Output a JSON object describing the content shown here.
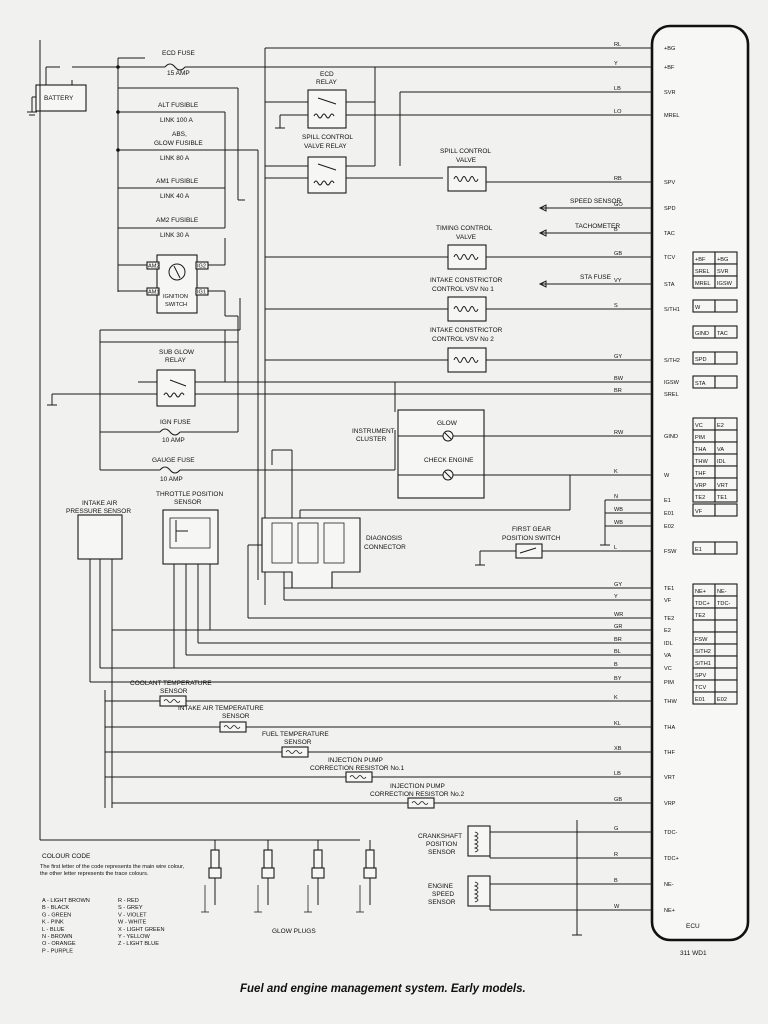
{
  "caption": "Fuel and engine management system. Early models.",
  "figure_code": "311 WD1",
  "ecu_label": "ECU",
  "components": {
    "battery": "BATTERY",
    "ecd_fuse": [
      "ECD FUSE",
      "15 AMP"
    ],
    "alt_fusible": [
      "ALT FUSIBLE",
      "LINK 100 A"
    ],
    "abs_glow_fusible": [
      "ABS,",
      "GLOW FUSIBLE",
      "LINK 80 A"
    ],
    "am1_fusible": [
      "AM1 FUSIBLE",
      "LINK 40 A"
    ],
    "am2_fusible": [
      "AM2 FUSIBLE",
      "LINK 30 A"
    ],
    "ignition_switch": [
      "IGNITION",
      "SWITCH"
    ],
    "ignition_pins": [
      "AM2",
      "IG2",
      "AM1",
      "IG1"
    ],
    "ecd_relay": [
      "ECD",
      "RELAY"
    ],
    "spill_relay": [
      "SPILL CONTROL",
      "VALVE RELAY"
    ],
    "spill_valve": [
      "SPILL CONTROL",
      "VALVE"
    ],
    "speed_sensor": "SPEED SENSOR",
    "tachometer": "TACHOMETER",
    "timing_valve": [
      "TIMING CONTROL",
      "VALVE"
    ],
    "sta_fuse": "STA FUSE",
    "vsv1": [
      "INTAKE CONSTRICTOR",
      "CONTROL VSV No 1"
    ],
    "vsv2": [
      "INTAKE CONSTRICTOR",
      "CONTROL VSV No 2"
    ],
    "sub_glow_relay": [
      "SUB GLOW",
      "RELAY"
    ],
    "ign_fuse": [
      "IGN FUSE",
      "10 AMP"
    ],
    "gauge_fuse": [
      "GAUGE FUSE",
      "10 AMP"
    ],
    "instrument_cluster": [
      "INSTRUMENT",
      "CLUSTER"
    ],
    "glow": "GLOW",
    "check_engine": "CHECK ENGINE",
    "intake_air_pressure": [
      "INTAKE AIR",
      "PRESSURE SENSOR"
    ],
    "throttle_sensor": [
      "THROTTLE POSITION",
      "SENSOR"
    ],
    "diagnosis": [
      "DIAGNOSIS",
      "CONNECTOR"
    ],
    "first_gear": [
      "FIRST GEAR",
      "POSITION SWITCH"
    ],
    "coolant": [
      "COOLANT TEMPERATURE",
      "SENSOR"
    ],
    "intake_air_temp": [
      "INTAKE AIR TEMPERATURE",
      "SENSOR"
    ],
    "fuel_temp": [
      "FUEL TEMPERATURE",
      "SENSOR"
    ],
    "inj_res1": [
      "INJECTION PUMP",
      "CORRECTION RESISTOR No.1"
    ],
    "inj_res2": [
      "INJECTION PUMP",
      "CORRECTION RESISTOR No.2"
    ],
    "crankshaft": [
      "CRANKSHAFT",
      "POSITION",
      "SENSOR"
    ],
    "engine_speed": [
      "ENGINE",
      "SPEED",
      "SENSOR"
    ],
    "glow_plugs": "GLOW PLUGS"
  },
  "ecu_pins": [
    {
      "wire": "RL",
      "pin": "+BG"
    },
    {
      "wire": "Y",
      "pin": "+BF"
    },
    {
      "wire": "LB",
      "pin": "SVR"
    },
    {
      "wire": "LO",
      "pin": "MREL"
    },
    {
      "wire": "RB",
      "pin": "SPV"
    },
    {
      "wire": "GO",
      "pin": "SPD"
    },
    {
      "wire": "B",
      "pin": "TAC"
    },
    {
      "wire": "GB",
      "pin": "TCV"
    },
    {
      "wire": "VY",
      "pin": "STA"
    },
    {
      "wire": "S",
      "pin": "S/TH1"
    },
    {
      "wire": "GY",
      "pin": "S/TH2"
    },
    {
      "wire": "BW",
      "pin": "IGSW"
    },
    {
      "wire": "BR",
      "pin": "SREL"
    },
    {
      "wire": "RW",
      "pin": "GIND"
    },
    {
      "wire": "K",
      "pin": "W"
    },
    {
      "wire": "N",
      "pin": "E1"
    },
    {
      "wire": "WB",
      "pin": "E01"
    },
    {
      "wire": "WB",
      "pin": "E02"
    },
    {
      "wire": "L",
      "pin": "FSW"
    },
    {
      "wire": "GY",
      "pin": "TE1"
    },
    {
      "wire": "Y",
      "pin": "VF"
    },
    {
      "wire": "WR",
      "pin": "TE2"
    },
    {
      "wire": "GR",
      "pin": "E2"
    },
    {
      "wire": "BR",
      "pin": "IDL"
    },
    {
      "wire": "BL",
      "pin": "VA"
    },
    {
      "wire": "B",
      "pin": "VC"
    },
    {
      "wire": "BY",
      "pin": "PIM"
    },
    {
      "wire": "K",
      "pin": "THW"
    },
    {
      "wire": "KL",
      "pin": "THA"
    },
    {
      "wire": "XB",
      "pin": "THF"
    },
    {
      "wire": "LB",
      "pin": "VRT"
    },
    {
      "wire": "GB",
      "pin": "VRP"
    },
    {
      "wire": "G",
      "pin": "TDC-"
    },
    {
      "wire": "R",
      "pin": "TDC+"
    },
    {
      "wire": "B",
      "pin": "NE-"
    },
    {
      "wire": "W",
      "pin": "NE+"
    }
  ],
  "connector_pins": [
    [
      "+BF",
      "+BG"
    ],
    [
      "SREL",
      "SVR"
    ],
    [
      "MREL",
      "IGSW"
    ],
    [
      "W",
      ""
    ],
    [
      "GIND",
      "TAC"
    ],
    [
      "SPD",
      ""
    ],
    [
      "STA",
      ""
    ],
    [
      "VC",
      "E2"
    ],
    [
      "PIM",
      ""
    ],
    [
      "THA",
      "VA"
    ],
    [
      "THW",
      "IDL"
    ],
    [
      "THF",
      ""
    ],
    [
      "VRP",
      "VRT"
    ],
    [
      "TE2",
      "TE1"
    ],
    [
      "VF",
      ""
    ],
    [
      "E1",
      ""
    ],
    [
      "NE+",
      "NE-"
    ],
    [
      "TDC+",
      "TDC-"
    ],
    [
      "TE2",
      ""
    ],
    [
      "",
      ""
    ],
    [
      "FSW",
      ""
    ],
    [
      "S/TH2",
      ""
    ],
    [
      "S/TH1",
      ""
    ],
    [
      "SPV",
      ""
    ],
    [
      "TCV",
      ""
    ],
    [
      "E01",
      "E02"
    ]
  ],
  "wires": [
    "W",
    "Y",
    "RL",
    "LB",
    "LO",
    "WB",
    "B",
    "WR",
    "BR",
    "R",
    "BY",
    "L",
    "RB",
    "GB",
    "S",
    "GY",
    "BW",
    "RW",
    "K",
    "N",
    "G",
    "BL",
    "GR",
    "KL",
    "XB",
    "GO",
    "VY"
  ],
  "colour_code": {
    "title": "COLOUR CODE",
    "note": "The first letter of the code represents the main wire colour, the other letter represents the trace colours.",
    "left": [
      "A - LIGHT BROWN",
      "B - BLACK",
      "G - GREEN",
      "K - PINK",
      "L - BLUE",
      "N - BROWN",
      "O - ORANGE",
      "P - PURPLE"
    ],
    "right": [
      "R - RED",
      "S - GREY",
      "V - VIOLET",
      "W - WHITE",
      "X - LIGHT GREEN",
      "Y - YELLOW",
      "Z - LIGHT BLUE"
    ]
  }
}
